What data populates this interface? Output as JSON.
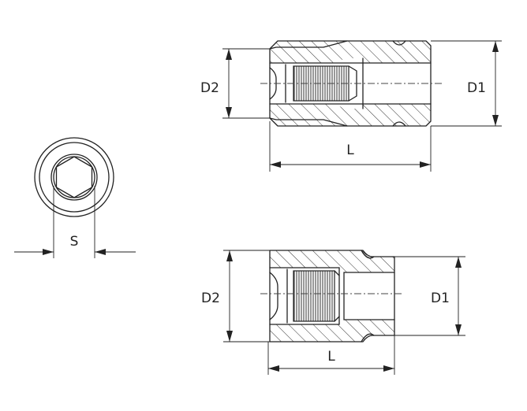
{
  "labels": {
    "top": {
      "d2": "D2",
      "d1": "D1",
      "l": "L"
    },
    "bottom": {
      "d2": "D2",
      "d1": "D1",
      "l": "L"
    },
    "end_view": {
      "s": "S"
    }
  }
}
